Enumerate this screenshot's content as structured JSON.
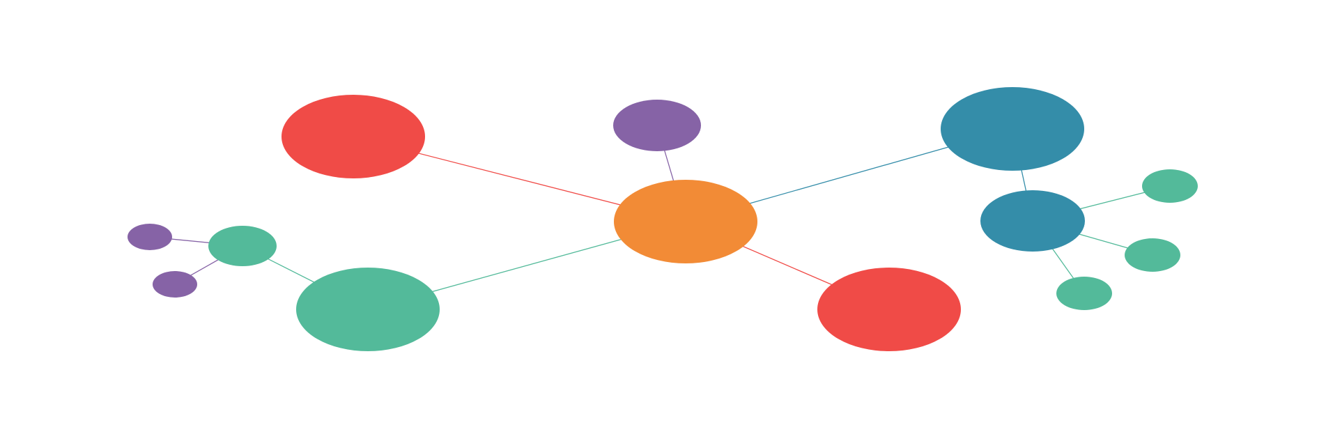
{
  "diagram": {
    "type": "mind-map",
    "colors": {
      "orange": "#F28B36",
      "red": "#F04B47",
      "purple": "#8663A6",
      "teal": "#348DA9",
      "green": "#53BA9A"
    },
    "nodes": [
      {
        "id": "center",
        "color": "orange",
        "size": "large"
      },
      {
        "id": "top-left",
        "color": "red",
        "size": "large"
      },
      {
        "id": "top-middle",
        "color": "purple",
        "size": "medium"
      },
      {
        "id": "top-right",
        "color": "teal",
        "size": "large"
      },
      {
        "id": "bottom-left",
        "color": "green",
        "size": "large"
      },
      {
        "id": "bottom-right",
        "color": "red",
        "size": "large"
      },
      {
        "id": "left-hub",
        "color": "green",
        "size": "small"
      },
      {
        "id": "left-leaf-upper",
        "color": "purple",
        "size": "tiny"
      },
      {
        "id": "left-leaf-lower",
        "color": "purple",
        "size": "tiny"
      },
      {
        "id": "right-hub",
        "color": "teal",
        "size": "medium"
      },
      {
        "id": "right-leaf-upper",
        "color": "green",
        "size": "small"
      },
      {
        "id": "right-leaf-middle",
        "color": "green",
        "size": "small"
      },
      {
        "id": "right-leaf-lower",
        "color": "green",
        "size": "small"
      }
    ],
    "edges": [
      {
        "from": "center",
        "to": "top-left",
        "color": "red"
      },
      {
        "from": "center",
        "to": "top-middle",
        "color": "purple"
      },
      {
        "from": "center",
        "to": "top-right",
        "color": "teal"
      },
      {
        "from": "center",
        "to": "bottom-left",
        "color": "green"
      },
      {
        "from": "center",
        "to": "bottom-right",
        "color": "red"
      },
      {
        "from": "bottom-left",
        "to": "left-hub",
        "color": "green"
      },
      {
        "from": "left-hub",
        "to": "left-leaf-upper",
        "color": "purple"
      },
      {
        "from": "left-hub",
        "to": "left-leaf-lower",
        "color": "purple"
      },
      {
        "from": "top-right",
        "to": "right-hub",
        "color": "teal"
      },
      {
        "from": "right-hub",
        "to": "right-leaf-upper",
        "color": "green"
      },
      {
        "from": "right-hub",
        "to": "right-leaf-middle",
        "color": "green"
      },
      {
        "from": "right-hub",
        "to": "right-leaf-lower",
        "color": "green"
      }
    ]
  }
}
